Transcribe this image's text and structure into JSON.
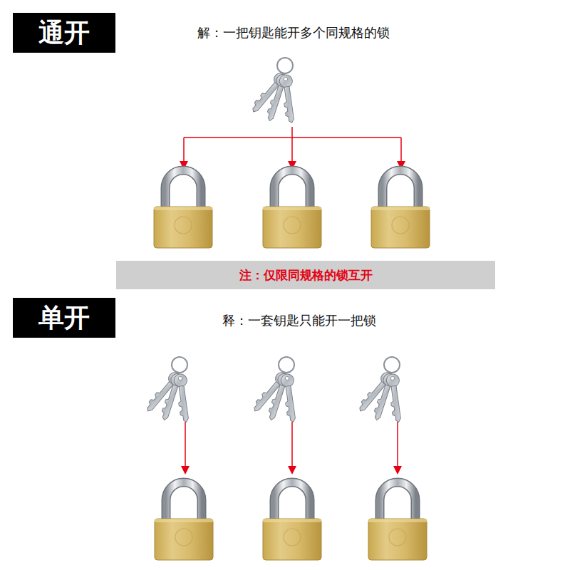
{
  "diagram": {
    "nodes": [
      {
        "text": [
          "通开"
        ]
      },
      {
        "text": [
          "注：仅限同规格的锁互开"
        ]
      },
      {
        "text": [
          "单开"
        ]
      }
    ],
    "labels": [
      "解：一把钥匙能开多个同规格的锁",
      "释：一套钥匙只能开一把锁"
    ]
  }
}
